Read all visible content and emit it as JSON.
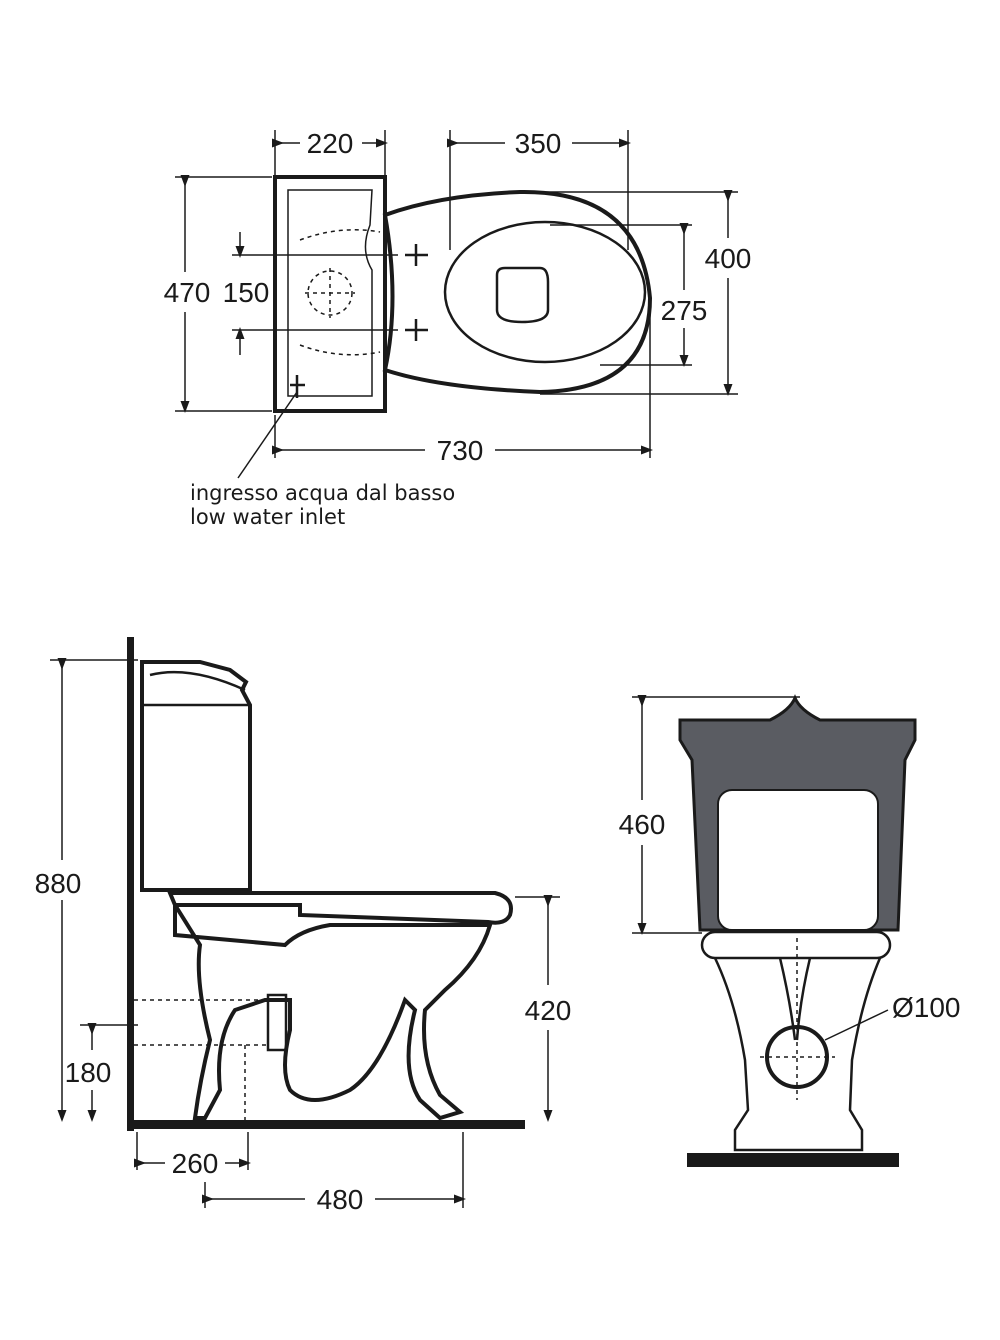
{
  "top_view": {
    "dims": {
      "tank_width": "220",
      "bowl_width": "350",
      "total_depth": "400",
      "seat_depth": "275",
      "total_length": "730",
      "tank_length": "470",
      "inlet_spacing": "150"
    },
    "note_it": "ingresso acqua dal basso",
    "note_en": "low water inlet"
  },
  "side_view": {
    "dims": {
      "total_height": "880",
      "seat_height": "420",
      "outlet_height": "180",
      "outlet_distance": "260",
      "bowl_projection": "480"
    }
  },
  "front_view": {
    "dims": {
      "tank_height": "460",
      "outlet_diameter": "Ø100"
    },
    "tank_color": "#5a5c62"
  }
}
